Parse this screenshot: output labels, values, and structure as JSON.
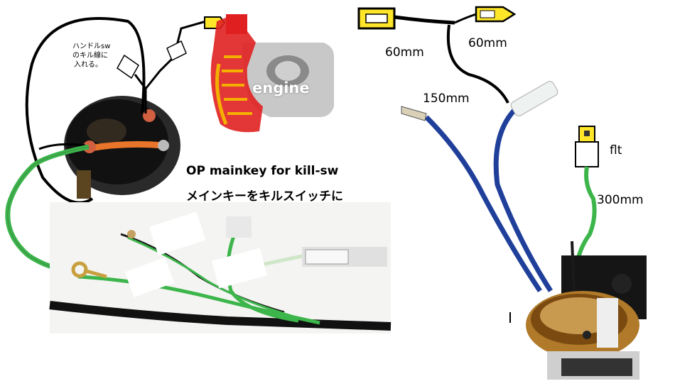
{
  "annotations": {
    "handle_sw_note_line1": "ハンドルsw",
    "handle_sw_note_line2": "のキル線に",
    "handle_sw_note_line3": "入れる。",
    "engine_label": "engine",
    "title_en": "OP mainkey for kill-sw",
    "title_ja": "メインキーをキルスイッチに",
    "length_left_60": "60mm",
    "length_right_60": "60mm",
    "length_150": "150mm",
    "flt_label": "flt",
    "length_300": "300mm"
  },
  "colors": {
    "green_wire": "#3cb54a",
    "blue_wire": "#1f3f9a",
    "connector_yellow": "#ffe629",
    "engine_red": "#e02020",
    "engine_gray": "#c8c8c8"
  }
}
